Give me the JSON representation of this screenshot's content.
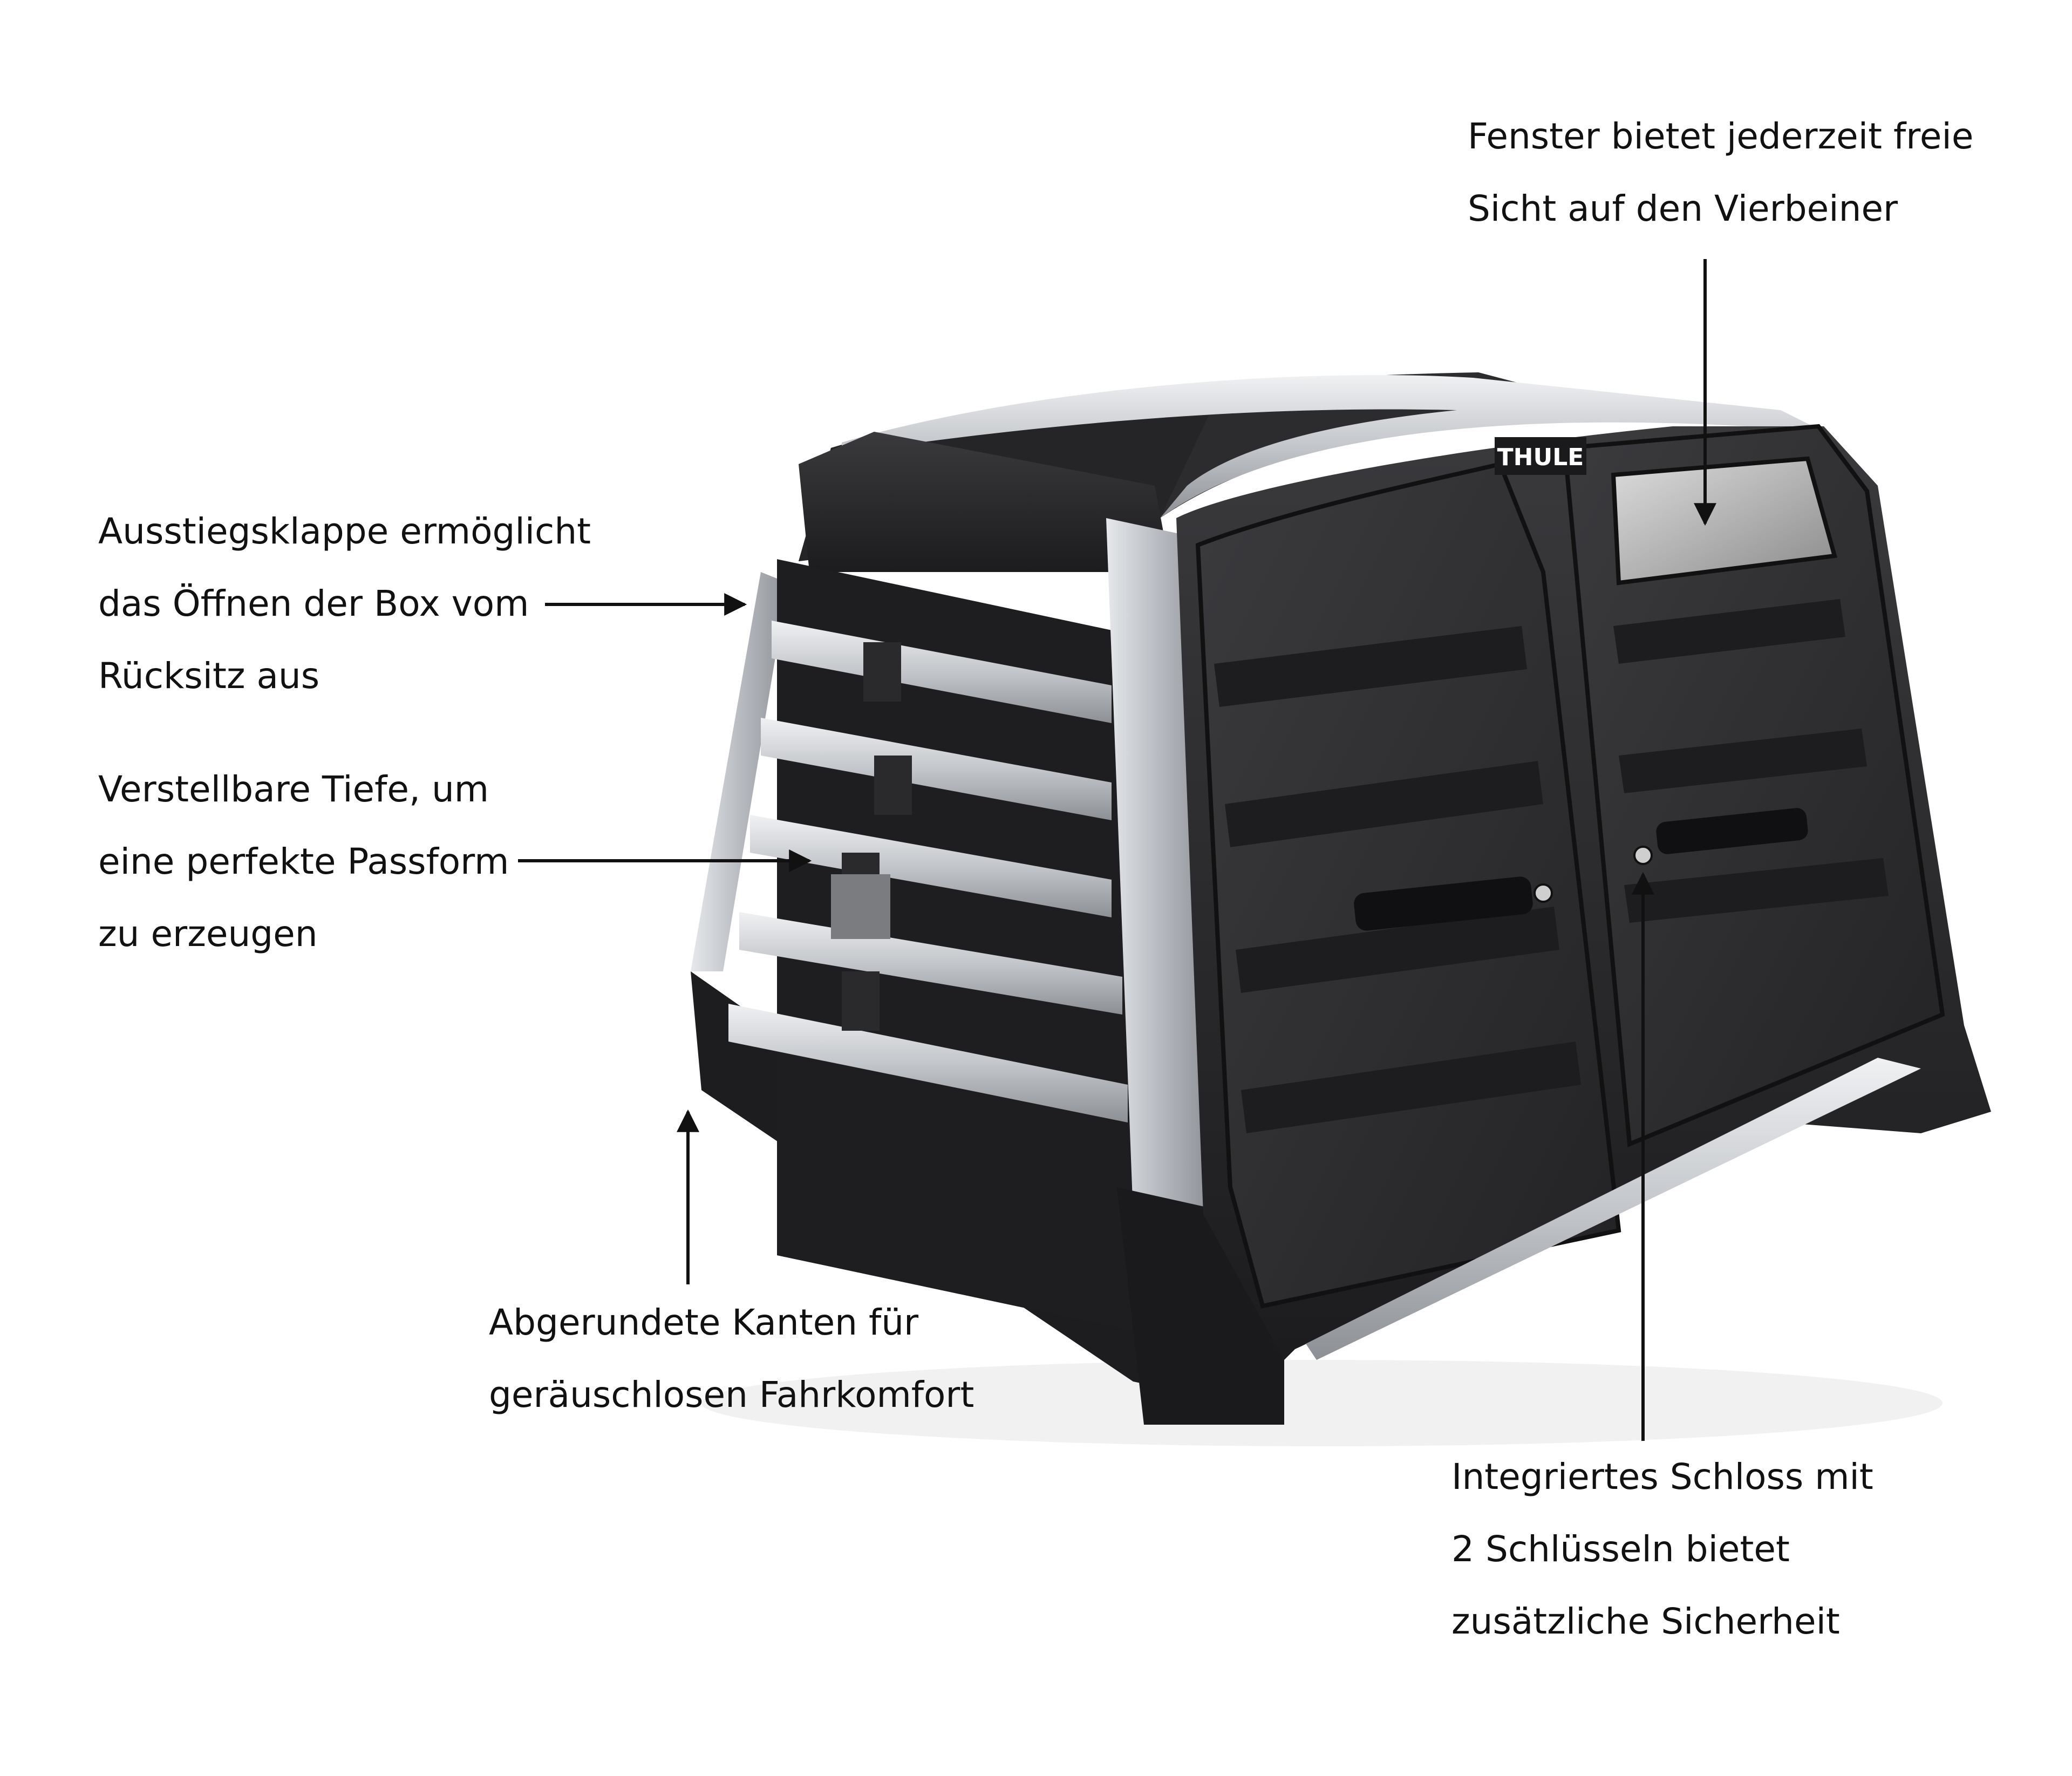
{
  "brand": {
    "logo_text": "THULE"
  },
  "callouts": {
    "window": {
      "lines": [
        "Fenster bietet jederzeit freie",
        "Sicht auf den Vierbeiner"
      ]
    },
    "hatch": {
      "lines": [
        "Ausstiegsklappe ermöglicht",
        "das Öffnen der Box vom",
        "Rücksitz aus"
      ]
    },
    "depth": {
      "lines": [
        "Verstellbare Tiefe, um",
        "eine perfekte Passform",
        "zu erzeugen"
      ]
    },
    "edges": {
      "lines": [
        "Abgerundete Kanten für",
        "geräuschlosen Fahrkomfort"
      ]
    },
    "lock": {
      "lines": [
        "Integriertes Schloss mit",
        "2 Schlüsseln bietet",
        "zusätzliche Sicherheit"
      ]
    }
  },
  "colors": {
    "shell": "#2a2a2c",
    "shell_dark": "#161617",
    "aluminium": "#c9ccd0",
    "text": "#111111"
  }
}
